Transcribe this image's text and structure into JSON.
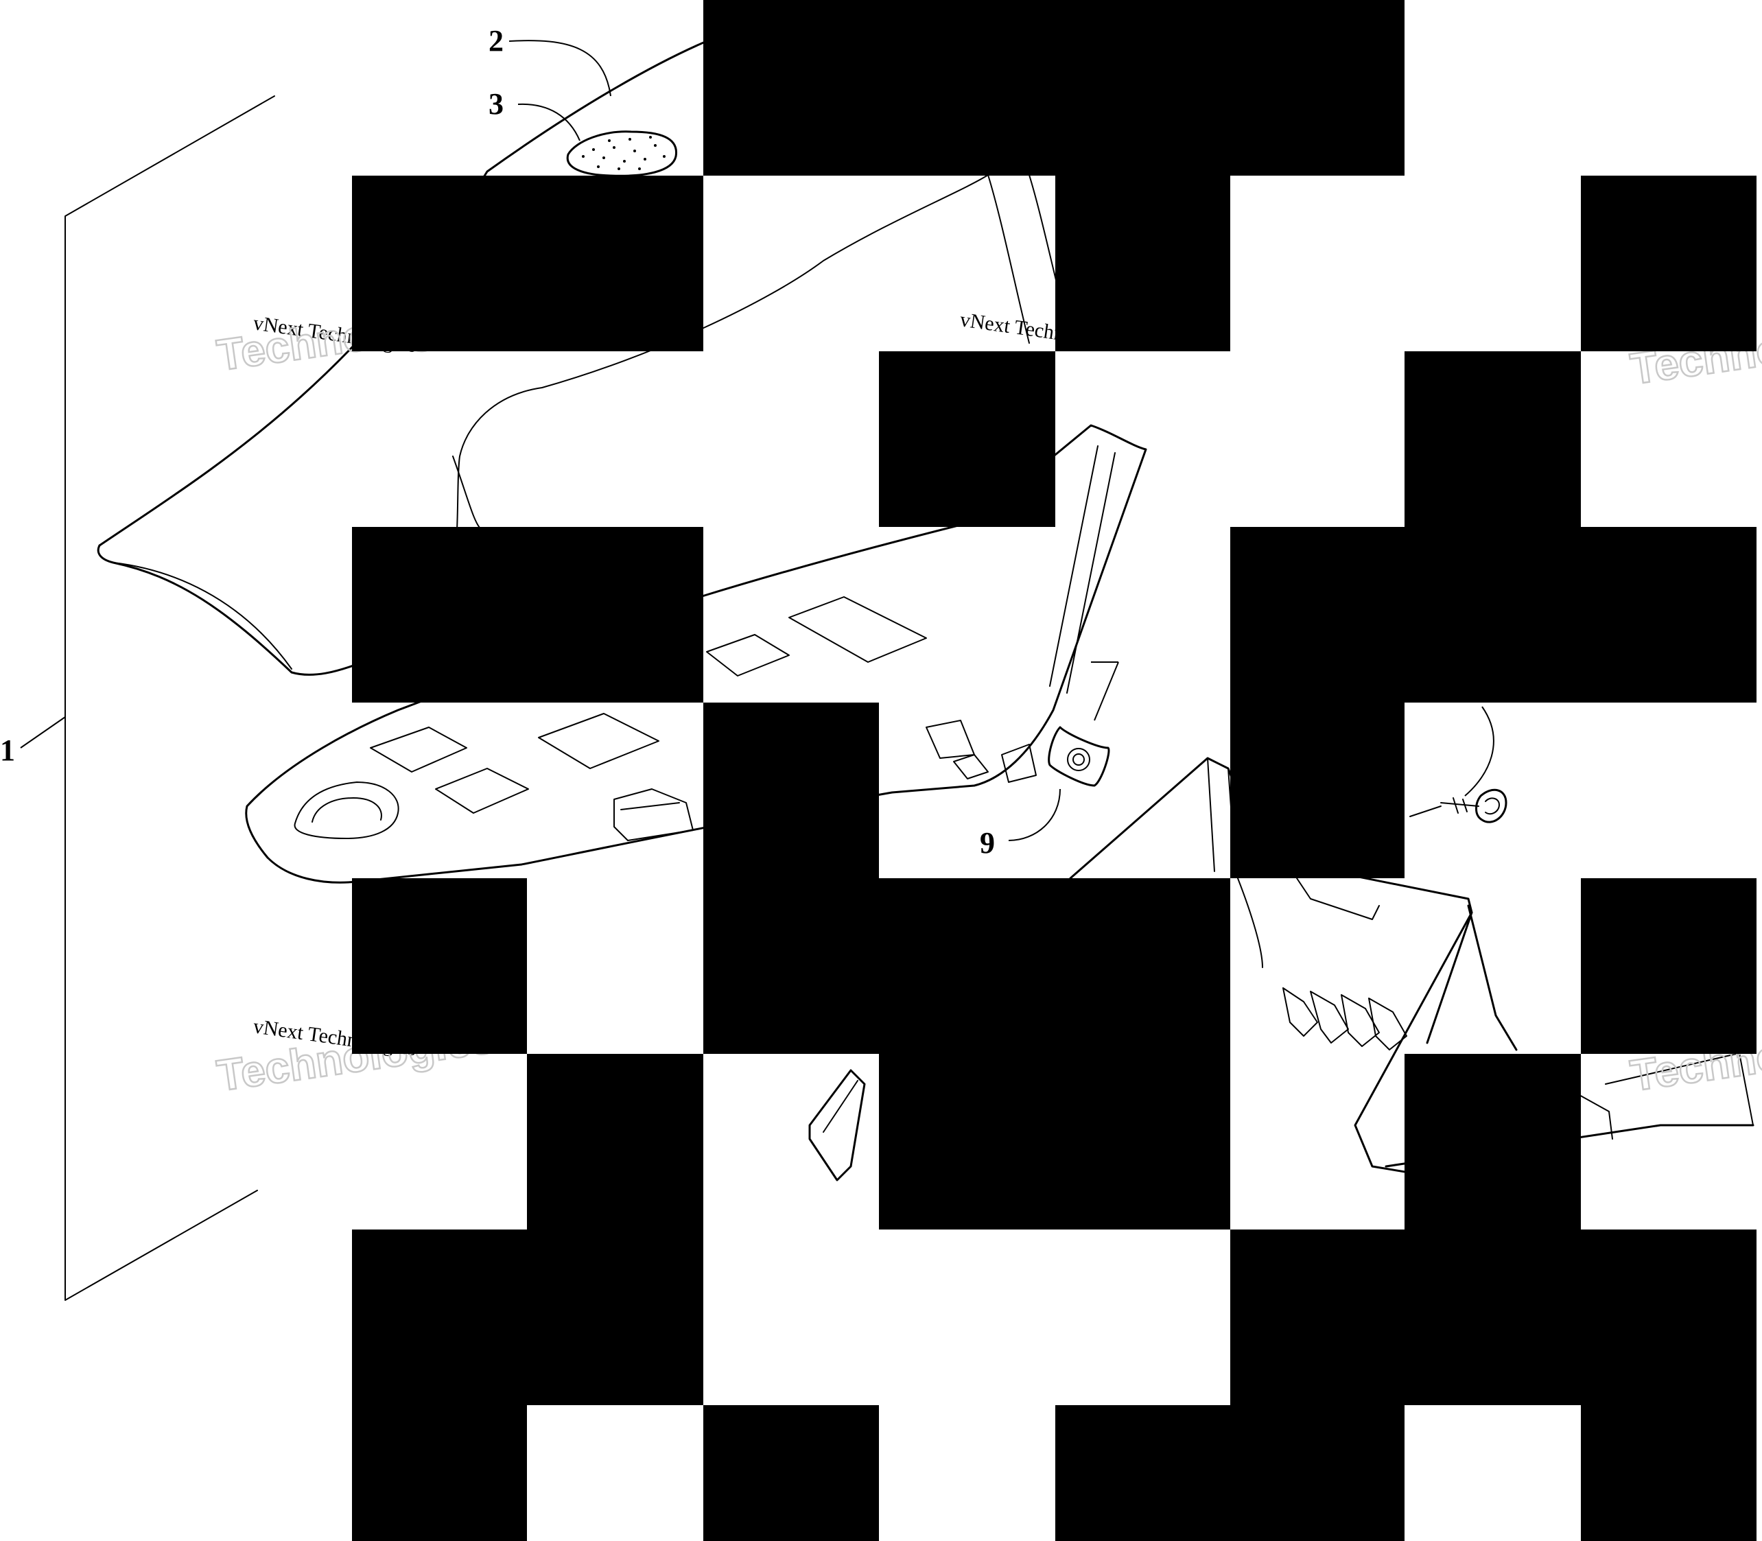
{
  "diagram": {
    "callouts": [
      {
        "id": "1",
        "label": "1"
      },
      {
        "id": "2",
        "label": "2"
      },
      {
        "id": "3",
        "label": "3"
      },
      {
        "id": "9",
        "label": "9"
      }
    ],
    "watermark": {
      "line1": "vNext Technologies",
      "line2": "Technologies"
    }
  }
}
